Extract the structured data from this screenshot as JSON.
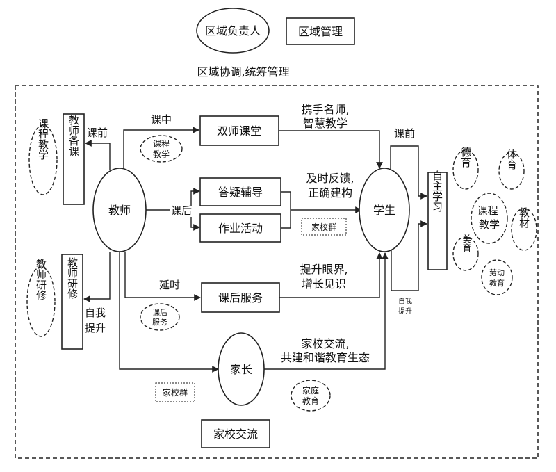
{
  "header": {
    "region_leader": "区域负责人",
    "region_management": "区域管理",
    "region_coordination": "区域协调,统筹管理"
  },
  "left": {
    "course_teaching": "课程教学",
    "teacher_research": "教师研修",
    "teacher_prep": "教师备课",
    "teacher_training": "教师研修",
    "label_before_class": "课前",
    "label_self_improve_1": "自我",
    "label_self_improve_2": "提升"
  },
  "center": {
    "teacher": "教师",
    "label_in_class": "课中",
    "dual_teacher": "双师课堂",
    "tag_course_1": "课程",
    "tag_course_2": "教学",
    "label_after_class": "课后",
    "qa_tutoring": "答疑辅导",
    "homework": "作业活动",
    "home_school_group_1": "家校群",
    "label_extended": "延时",
    "after_school": "课后服务",
    "tag_after_1": "课后",
    "tag_after_2": "服务",
    "parents": "家长",
    "home_school_group_2": "家校群",
    "home_school_comm": "家校交流",
    "tag_family_1": "家庭",
    "tag_family_2": "教育"
  },
  "annotations": {
    "famous_teacher_1": "携手名师,",
    "famous_teacher_2": "智慧教学",
    "feedback_1": "及时反馈,",
    "feedback_2": "正确建构",
    "horizon_1": "提升眼界,",
    "horizon_2": "增长见识",
    "home_ecology_1": "家校交流,",
    "home_ecology_2": "共建和谐教育生态"
  },
  "right": {
    "student": "学生",
    "label_before_class": "课前",
    "self_study": "自主学习",
    "label_self_improve_1": "自我",
    "label_self_improve_2": "提升",
    "moral": "德育",
    "sports": "体育",
    "course_teaching": "课程教学",
    "textbook": "教材",
    "arts": "美育",
    "labor_1": "劳动",
    "labor_2": "教育"
  }
}
